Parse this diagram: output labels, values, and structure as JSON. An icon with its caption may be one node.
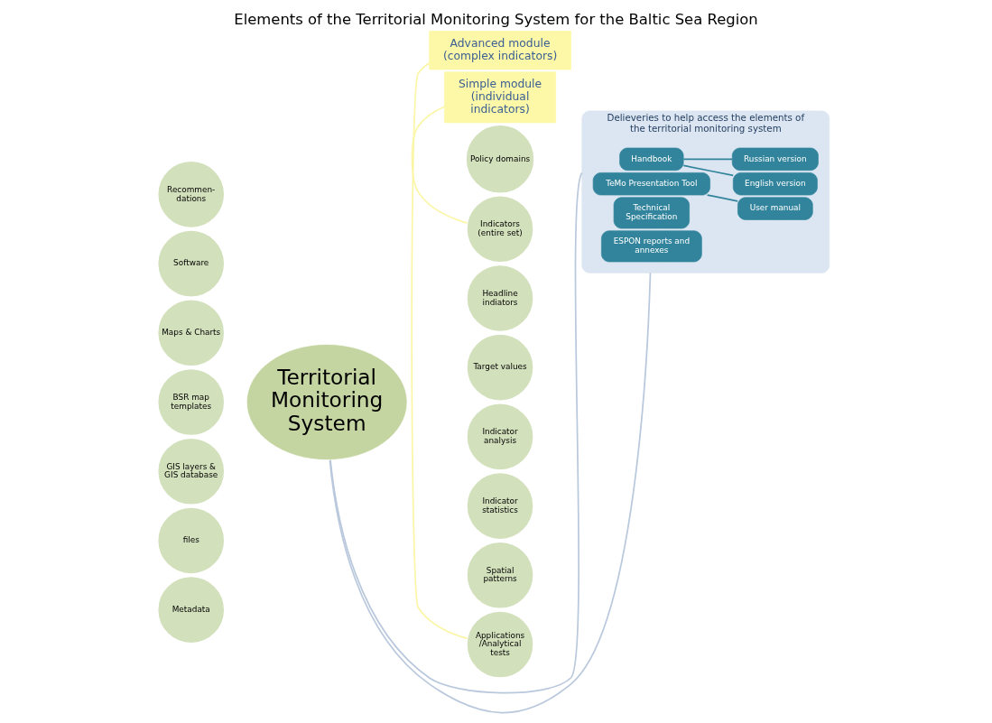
{
  "diagram": {
    "title": "Elements of the Territorial Monitoring System for the Baltic Sea Region",
    "nodes": [
      {
        "text": [
          "Territorial Monitoring System"
        ]
      },
      {
        "text": [
          "Policy domains"
        ]
      },
      {
        "text": [
          "Indicators (entire set)"
        ]
      },
      {
        "text": [
          "Headline indiators"
        ]
      },
      {
        "text": [
          "Target values"
        ]
      },
      {
        "text": [
          "Indicator analysis"
        ]
      },
      {
        "text": [
          "Indicator statistics"
        ]
      },
      {
        "text": [
          "Spatial patterns"
        ]
      },
      {
        "text": [
          "Applications /Analytical tests"
        ]
      },
      {
        "text": [
          "Metadata"
        ]
      },
      {
        "text": [
          "files"
        ]
      },
      {
        "text": [
          "GIS layers & GIS database"
        ]
      },
      {
        "text": [
          "BSR map templates"
        ]
      },
      {
        "text": [
          "Maps & Charts"
        ]
      },
      {
        "text": [
          "Software"
        ]
      },
      {
        "text": [
          "Recommen- dations"
        ]
      },
      {
        "text": [
          "Simple module (individual indicators)"
        ]
      },
      {
        "text": [
          "Advanced module (complex indicators)"
        ]
      },
      {
        "text": [
          "Delieveries to help access the elements of the territorial monitoring system"
        ]
      },
      {
        "text": [
          "Handbook"
        ],
        "in": 18
      },
      {
        "text": [
          "English version"
        ],
        "in": 18
      },
      {
        "text": [
          "Russian version"
        ],
        "in": 18
      },
      {
        "text": [
          "TeMo Presentation Tool"
        ],
        "in": 18
      },
      {
        "text": [
          "User manual"
        ],
        "in": 18
      },
      {
        "text": [
          "Technical Specification"
        ],
        "in": 18
      },
      {
        "text": [
          "ESPON reports and annexes"
        ],
        "in": 18
      }
    ],
    "edges": [
      {
        "from": 16,
        "to": 2,
        "arrow": "none",
        "color": "#fbf6a6"
      },
      {
        "from": 17,
        "to": 8,
        "arrow": "none",
        "color": "#fbf6a6"
      },
      {
        "from": 0,
        "to": 18,
        "arrow": "none",
        "color": "#b9c8dc"
      },
      {
        "from": 0,
        "to": 18,
        "arrow": "none",
        "color": "#b9c8dc"
      },
      {
        "from": 19,
        "to": 20,
        "arrow": "none"
      },
      {
        "from": 19,
        "to": 21,
        "arrow": "none"
      },
      {
        "from": 22,
        "to": 23,
        "arrow": "none"
      }
    ]
  }
}
